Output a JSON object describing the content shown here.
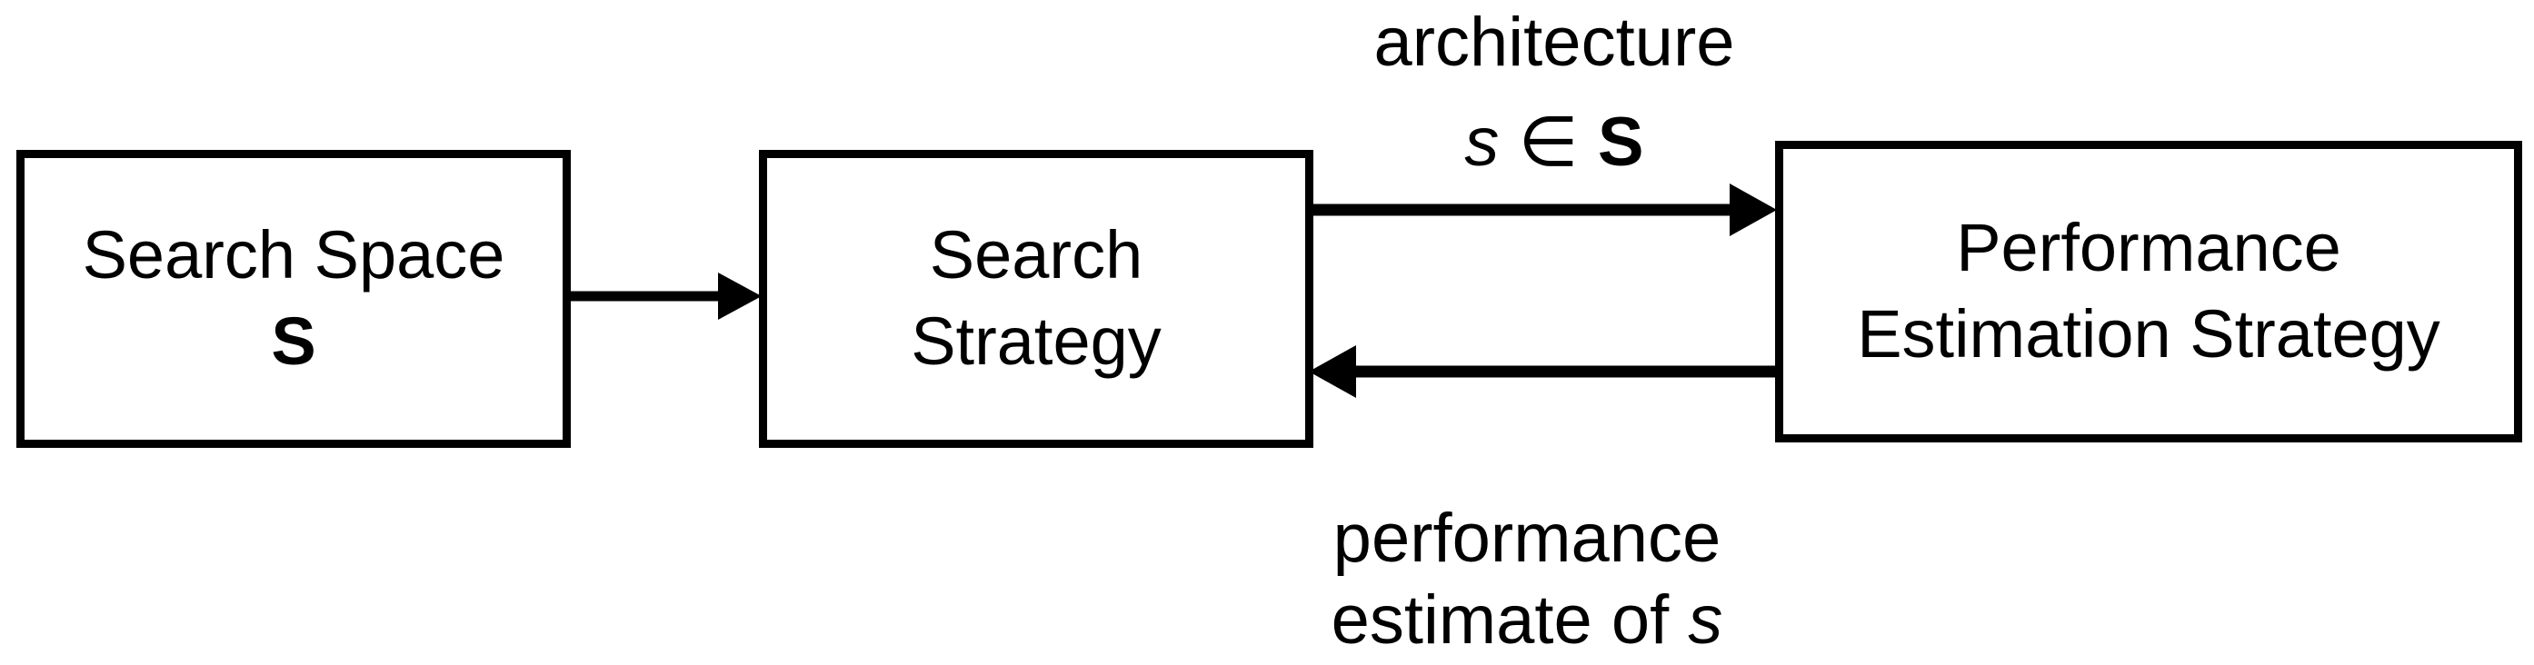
{
  "diagram": {
    "title": "Neural Architecture Search abstract illustration",
    "background_color": "#ffffff",
    "stroke_color": "#000000"
  },
  "boxes": [
    {
      "id": "search-space",
      "line1": "Search Space",
      "line2": "S",
      "line2_style": "bold"
    },
    {
      "id": "search-strategy",
      "line1": "Search",
      "line2": "Strategy",
      "line2_style": "regular"
    },
    {
      "id": "performance-estimation-strategy",
      "line1": "Performance",
      "line2": "Estimation Strategy",
      "line2_style": "regular"
    }
  ],
  "edge_labels": {
    "architecture": "architecture",
    "member_s": "s",
    "member_in": "∈",
    "member_set": "S",
    "performance": "performance",
    "estimate_of": "estimate of",
    "estimate_of_s": "s"
  },
  "arrows": [
    {
      "id": "search-space-to-search-strategy",
      "from": "search-space",
      "to": "search-strategy",
      "direction": "right",
      "label": ""
    },
    {
      "id": "search-strategy-to-performance-estimation",
      "from": "search-strategy",
      "to": "performance-estimation-strategy",
      "direction": "right",
      "label": "architecture s ∈ S"
    },
    {
      "id": "performance-estimation-to-search-strategy",
      "from": "performance-estimation-strategy",
      "to": "search-strategy",
      "direction": "left",
      "label": "performance estimate of s"
    }
  ]
}
